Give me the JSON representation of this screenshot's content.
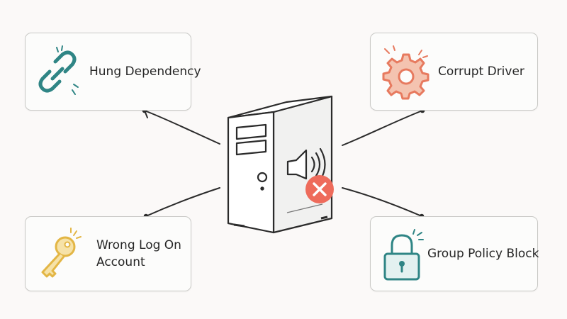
{
  "causes": [
    {
      "label": "Hung Dependency",
      "icon": "chain-link-icon",
      "color": "#2f8585"
    },
    {
      "label": "Corrupt Driver",
      "icon": "gear-icon",
      "color": "#e77a5f"
    },
    {
      "label": "Wrong Log On Account",
      "icon": "key-icon",
      "color": "#e3b645"
    },
    {
      "label": "Group Policy Block",
      "icon": "padlock-icon",
      "color": "#2f8585"
    }
  ],
  "center": {
    "icon": "computer-tower-icon",
    "status_icon": "error-x-icon",
    "status_color": "#ee6b5b",
    "speaker_icon": "speaker-icon"
  }
}
